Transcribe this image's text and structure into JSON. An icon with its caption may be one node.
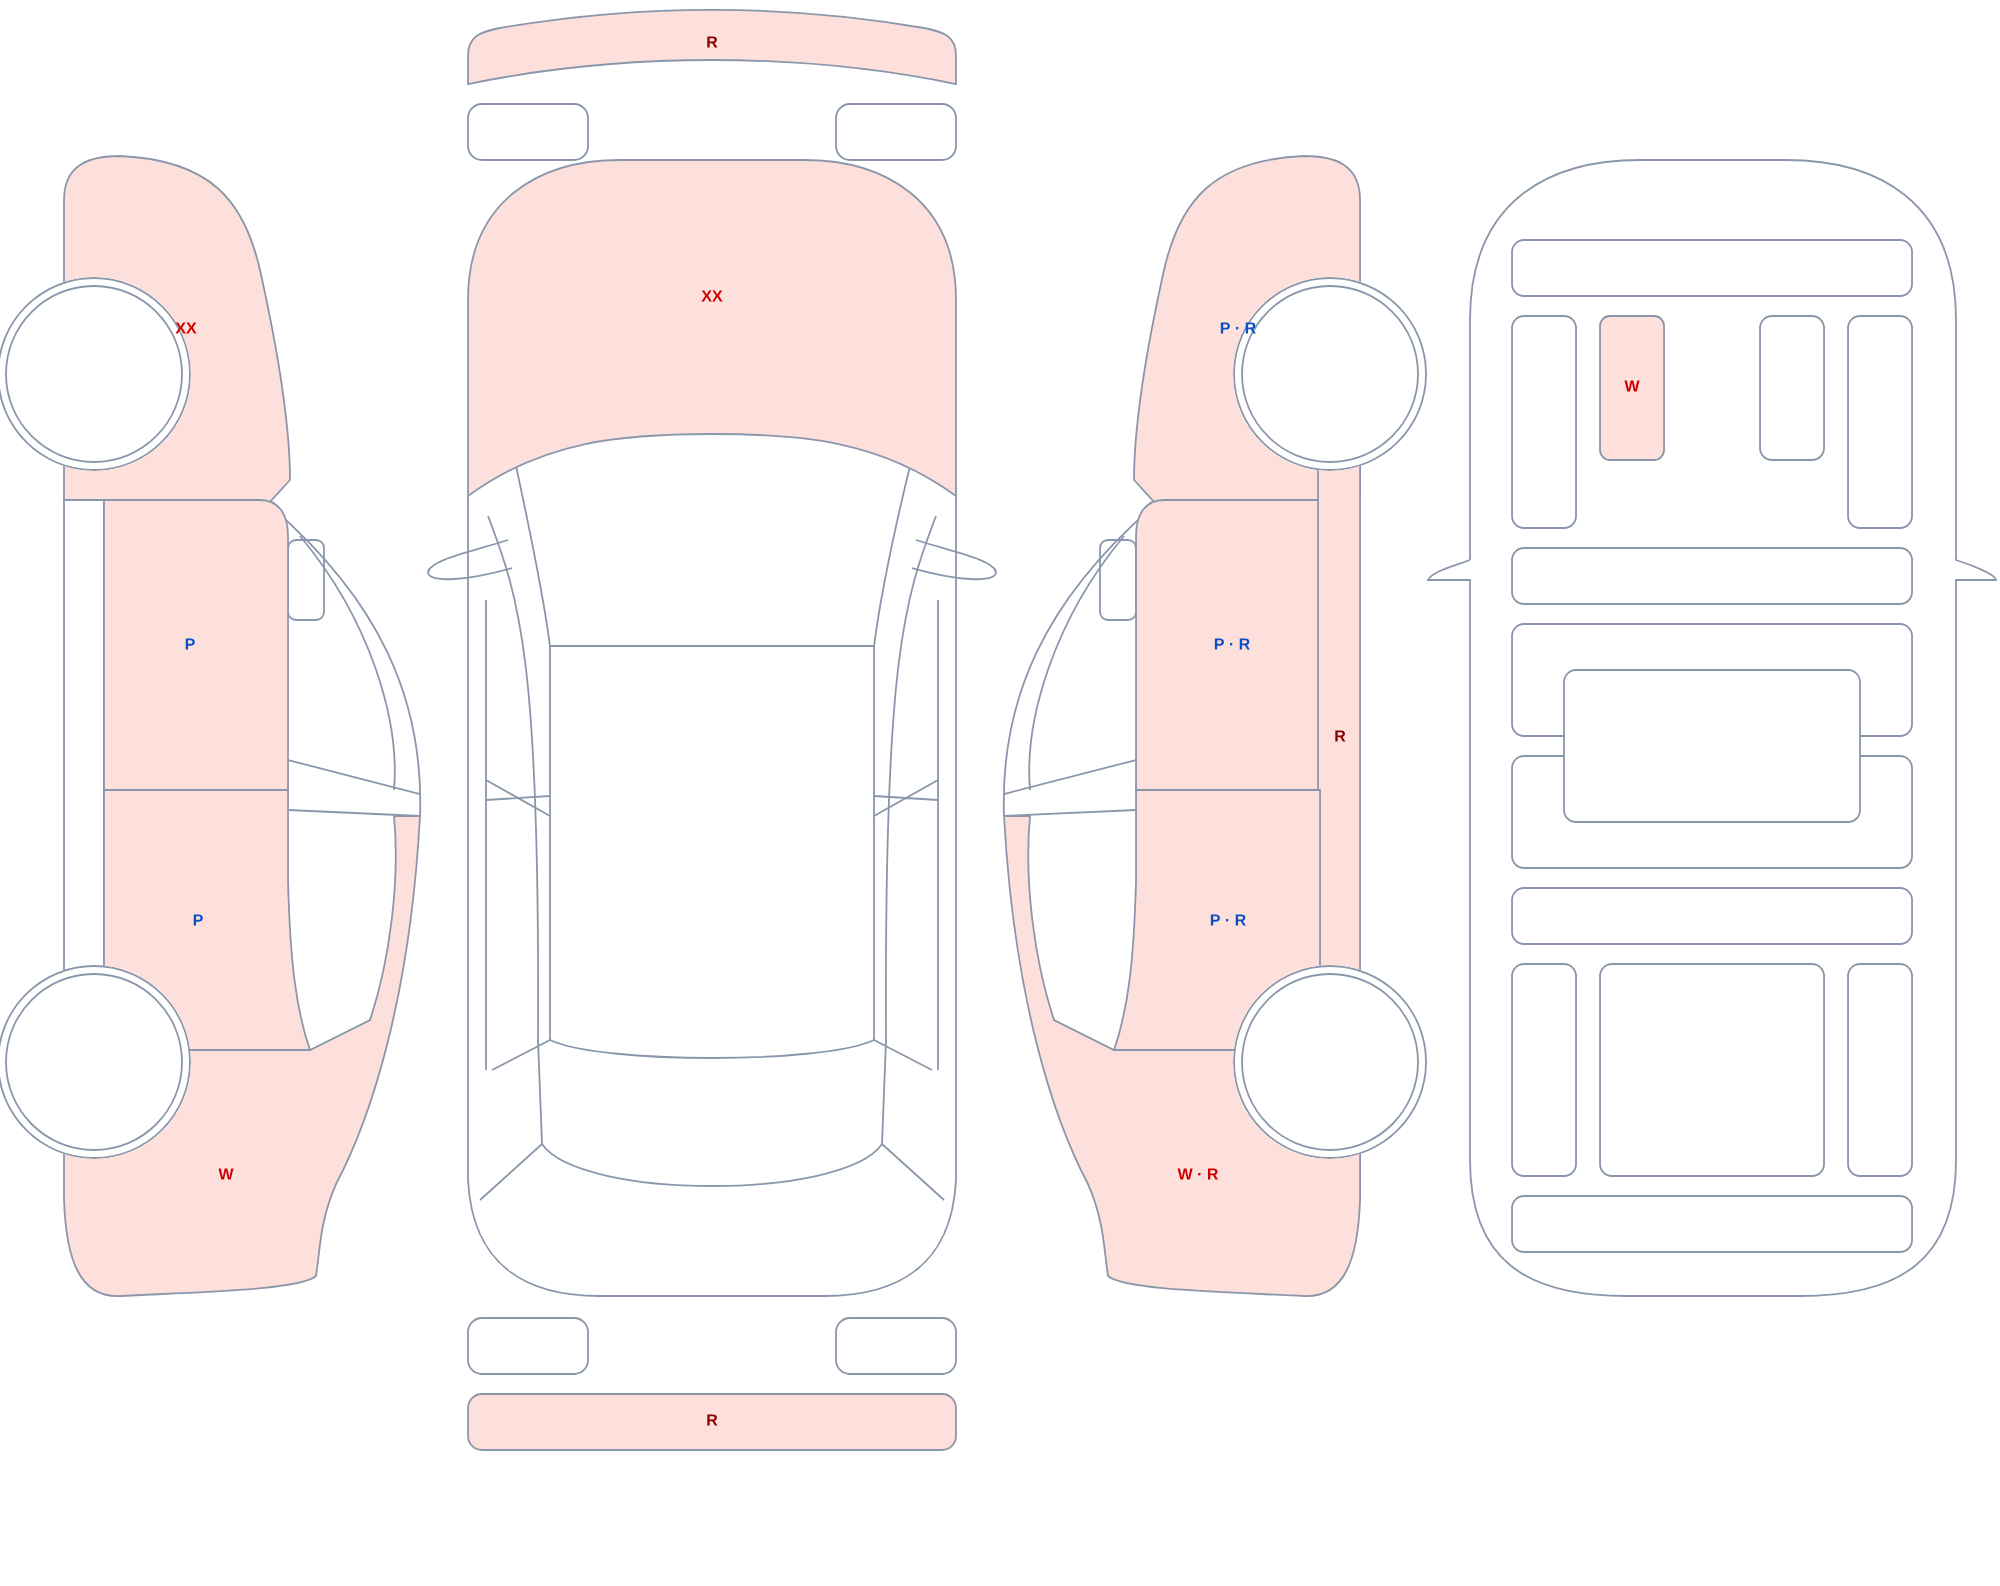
{
  "diagram": {
    "nodes": [
      {
        "text": [
          "R"
        ]
      },
      {
        "text": [
          "XX"
        ]
      },
      {
        "text": [
          "XX"
        ]
      },
      {
        "text": [
          "P"
        ]
      },
      {
        "text": [
          "P"
        ]
      },
      {
        "text": [
          "W"
        ]
      },
      {
        "text": [
          "P · R"
        ]
      },
      {
        "text": [
          "P · R"
        ]
      },
      {
        "text": [
          "R"
        ]
      },
      {
        "text": [
          "P · R"
        ]
      },
      {
        "text": [
          "W · R"
        ]
      },
      {
        "text": [
          "W"
        ]
      },
      {
        "text": [
          "R"
        ]
      }
    ]
  }
}
